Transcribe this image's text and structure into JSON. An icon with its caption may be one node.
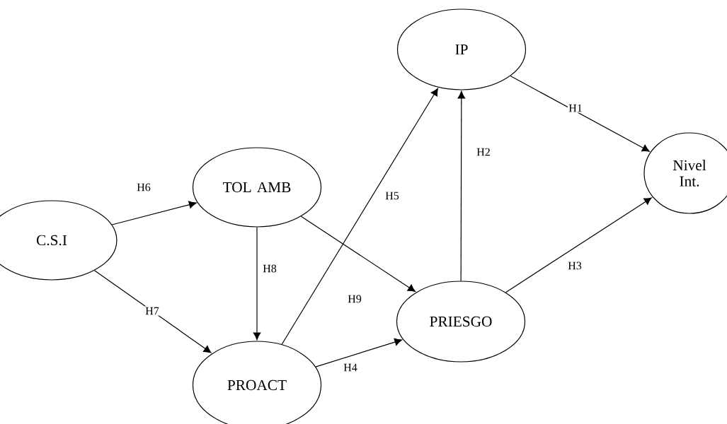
{
  "diagram": {
    "nodes": [
      {
        "text": [
          "IP"
        ]
      },
      {
        "text": [
          "Nivel Int."
        ]
      },
      {
        "text": [
          "TOL AMB"
        ]
      },
      {
        "text": [
          "C.S.I"
        ]
      },
      {
        "text": [
          "PRIESGO"
        ]
      },
      {
        "text": [
          "PROACT"
        ]
      }
    ],
    "edges": [
      {
        "from": 0,
        "to": 1,
        "arrow": "to",
        "label": "H1"
      },
      {
        "from": 4,
        "to": 0,
        "arrow": "to",
        "label": "H2"
      },
      {
        "from": 4,
        "to": 1,
        "arrow": "to",
        "label": "H3"
      },
      {
        "from": 5,
        "to": 4,
        "arrow": "to",
        "label": "H4"
      },
      {
        "from": 5,
        "to": 0,
        "arrow": "to",
        "label": "H5"
      },
      {
        "from": 3,
        "to": 2,
        "arrow": "to",
        "label": "H6"
      },
      {
        "from": 3,
        "to": 5,
        "arrow": "to",
        "label": "H7"
      },
      {
        "from": 2,
        "to": 5,
        "arrow": "to",
        "label": "H8"
      },
      {
        "from": 2,
        "to": 4,
        "arrow": "to",
        "label": "H9"
      }
    ]
  }
}
